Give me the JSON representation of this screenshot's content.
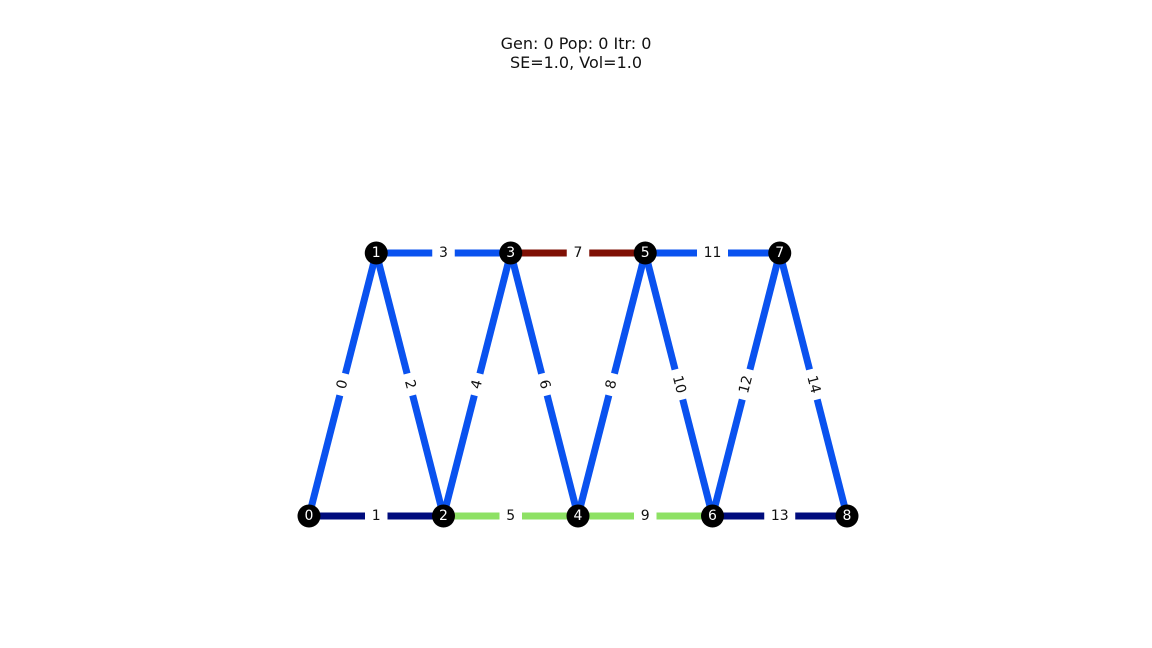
{
  "title": {
    "line1": "Gen: 0 Pop: 0 Itr: 0",
    "line2": "SE=1.0, Vol=1.0"
  },
  "colors": {
    "background": "#ffffff",
    "node": "#000000",
    "node_label": "#ffffff",
    "edge_label": "#111111"
  },
  "truss": {
    "nodes": [
      {
        "id": 0,
        "label": "0",
        "x": 0,
        "y": 0
      },
      {
        "id": 1,
        "label": "1",
        "x": 1,
        "y": 2
      },
      {
        "id": 2,
        "label": "2",
        "x": 2,
        "y": 0
      },
      {
        "id": 3,
        "label": "3",
        "x": 3,
        "y": 2
      },
      {
        "id": 4,
        "label": "4",
        "x": 4,
        "y": 0
      },
      {
        "id": 5,
        "label": "5",
        "x": 5,
        "y": 2
      },
      {
        "id": 6,
        "label": "6",
        "x": 6,
        "y": 0
      },
      {
        "id": 7,
        "label": "7",
        "x": 7,
        "y": 2
      },
      {
        "id": 8,
        "label": "8",
        "x": 8,
        "y": 0
      }
    ],
    "edges": [
      {
        "id": 0,
        "label": "0",
        "from": 0,
        "to": 1,
        "color": "#0a52ef"
      },
      {
        "id": 1,
        "label": "1",
        "from": 0,
        "to": 2,
        "color": "#000c7d"
      },
      {
        "id": 2,
        "label": "2",
        "from": 1,
        "to": 2,
        "color": "#0a52ef"
      },
      {
        "id": 3,
        "label": "3",
        "from": 1,
        "to": 3,
        "color": "#0a52ef"
      },
      {
        "id": 4,
        "label": "4",
        "from": 2,
        "to": 3,
        "color": "#0a52ef"
      },
      {
        "id": 5,
        "label": "5",
        "from": 2,
        "to": 4,
        "color": "#8ee164"
      },
      {
        "id": 6,
        "label": "6",
        "from": 3,
        "to": 4,
        "color": "#0a52ef"
      },
      {
        "id": 7,
        "label": "7",
        "from": 3,
        "to": 5,
        "color": "#7f1005"
      },
      {
        "id": 8,
        "label": "8",
        "from": 4,
        "to": 5,
        "color": "#0a52ef"
      },
      {
        "id": 9,
        "label": "9",
        "from": 4,
        "to": 6,
        "color": "#8ee164"
      },
      {
        "id": 10,
        "label": "10",
        "from": 5,
        "to": 6,
        "color": "#0a52ef"
      },
      {
        "id": 11,
        "label": "11",
        "from": 5,
        "to": 7,
        "color": "#0a52ef"
      },
      {
        "id": 12,
        "label": "12",
        "from": 6,
        "to": 7,
        "color": "#0a52ef"
      },
      {
        "id": 13,
        "label": "13",
        "from": 6,
        "to": 8,
        "color": "#000c7d"
      },
      {
        "id": 14,
        "label": "14",
        "from": 7,
        "to": 8,
        "color": "#0a52ef"
      }
    ]
  }
}
